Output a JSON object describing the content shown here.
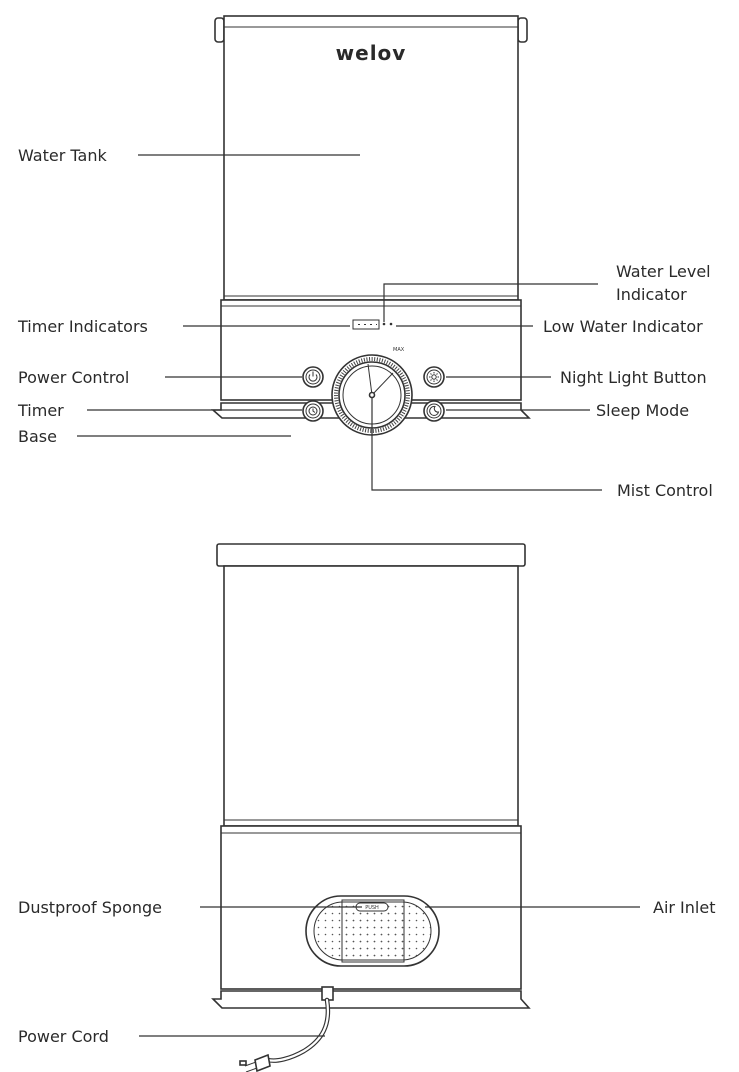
{
  "brand": "welov",
  "front_view": {
    "labels": {
      "water_tank": "Water Tank",
      "water_level_indicator_line1": "Water Level",
      "water_level_indicator_line2": "Indicator",
      "timer_indicators": "Timer Indicators",
      "low_water_indicator": "Low Water Indicator",
      "power_control": "Power Control",
      "night_light_button": "Night Light Button",
      "timer": "Timer",
      "sleep_mode": "Sleep Mode",
      "base": "Base",
      "mist_control": "Mist Control"
    },
    "dial_text": "MAX"
  },
  "back_view": {
    "labels": {
      "dustproof_sponge": "Dustproof Sponge",
      "air_inlet": "Air Inlet",
      "power_cord": "Power Cord"
    },
    "sponge_tab_text": "PUSH"
  },
  "icons": [
    "power-icon",
    "clock-icon",
    "sun-icon",
    "moon-icon",
    "plug-icon"
  ]
}
